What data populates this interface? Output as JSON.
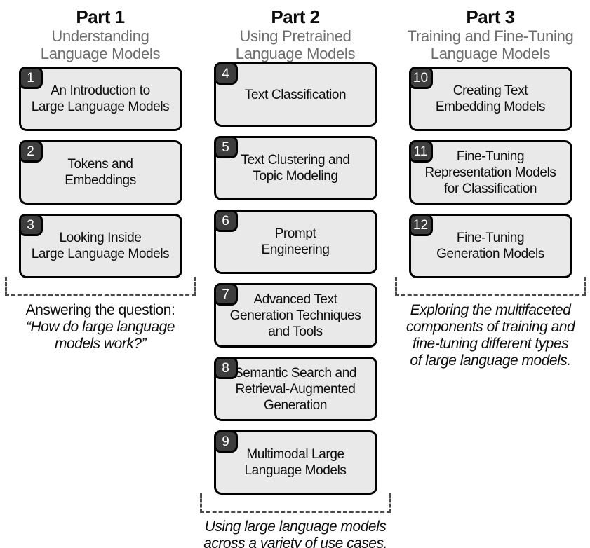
{
  "colors": {
    "box_fill": "#e9e9e9",
    "box_border": "#000000",
    "badge_fill": "#3d3d3d",
    "badge_text": "#ffffff",
    "subtitle_gray": "#6e6e6e",
    "bracket_dash": "#4a4a4a",
    "background": "#ffffff"
  },
  "parts": [
    {
      "title": "Part 1",
      "subtitle": [
        "Understanding",
        "Language Models"
      ],
      "chapters": [
        {
          "number": "1",
          "title": [
            "An Introduction to",
            "Large Language Models"
          ]
        },
        {
          "number": "2",
          "title": [
            "Tokens and",
            "Embeddings"
          ]
        },
        {
          "number": "3",
          "title": [
            "Looking Inside",
            "Large Language Models"
          ]
        }
      ],
      "caption_lead": "Answering the question:",
      "caption_italic": [
        "“How do large language",
        "models work?”"
      ]
    },
    {
      "title": "Part 2",
      "subtitle": [
        "Using Pretrained",
        "Language Models"
      ],
      "chapters": [
        {
          "number": "4",
          "title": [
            "Text Classification"
          ]
        },
        {
          "number": "5",
          "title": [
            "Text Clustering and",
            "Topic Modeling"
          ]
        },
        {
          "number": "6",
          "title": [
            "Prompt",
            "Engineering"
          ]
        },
        {
          "number": "7",
          "title": [
            "Advanced Text",
            "Generation Techniques",
            "and Tools"
          ]
        },
        {
          "number": "8",
          "title": [
            "Semantic Search and",
            "Retrieval-Augmented",
            "Generation"
          ]
        },
        {
          "number": "9",
          "title": [
            "Multimodal Large",
            "Language Models"
          ]
        }
      ],
      "caption_italic": [
        "Using large language models",
        "across a variety of use cases."
      ]
    },
    {
      "title": "Part 3",
      "subtitle": [
        "Training and Fine-Tuning",
        "Language Models"
      ],
      "chapters": [
        {
          "number": "10",
          "title": [
            "Creating Text",
            "Embedding Models"
          ]
        },
        {
          "number": "11",
          "title": [
            "Fine-Tuning",
            "Representation Models",
            "for Classification"
          ]
        },
        {
          "number": "12",
          "title": [
            "Fine-Tuning",
            "Generation Models"
          ]
        }
      ],
      "caption_italic": [
        "Exploring the multifaceted",
        "components of training and",
        "fine-tuning different types",
        "of large language models."
      ]
    }
  ]
}
